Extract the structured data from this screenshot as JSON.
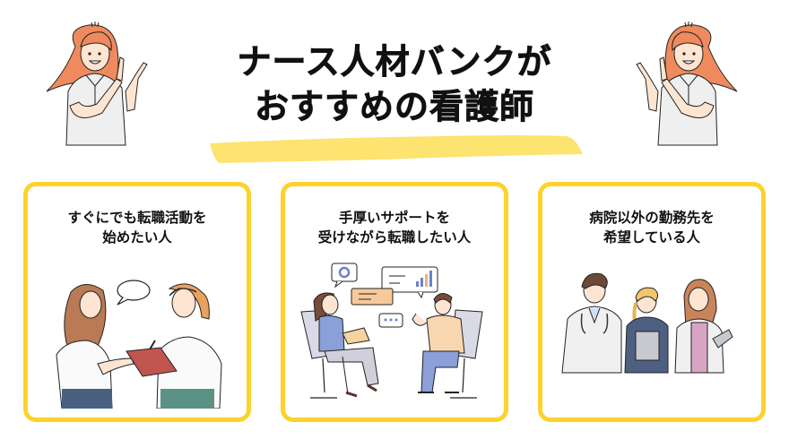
{
  "header": {
    "title_line1": "ナース人材バンクが",
    "title_line2": "おすすめの看護師",
    "highlight_color": "#fde36f"
  },
  "decorations": {
    "left_character": "nurse-pointing-right",
    "right_character": "nurse-pointing-left"
  },
  "cards": [
    {
      "title_line1": "すぐにでも転職活動を",
      "title_line2": "始めたい人",
      "illustration": "two-women-discussing-clipboard"
    },
    {
      "title_line1": "手厚いサポートを",
      "title_line2": "受けながら転職したい人",
      "illustration": "career-consultation-meeting"
    },
    {
      "title_line1": "病院以外の勤務先を",
      "title_line2": "希望している人",
      "illustration": "medical-staff-group"
    }
  ],
  "colors": {
    "card_border": "#fdd22c",
    "text": "#111111",
    "background": "#ffffff"
  }
}
